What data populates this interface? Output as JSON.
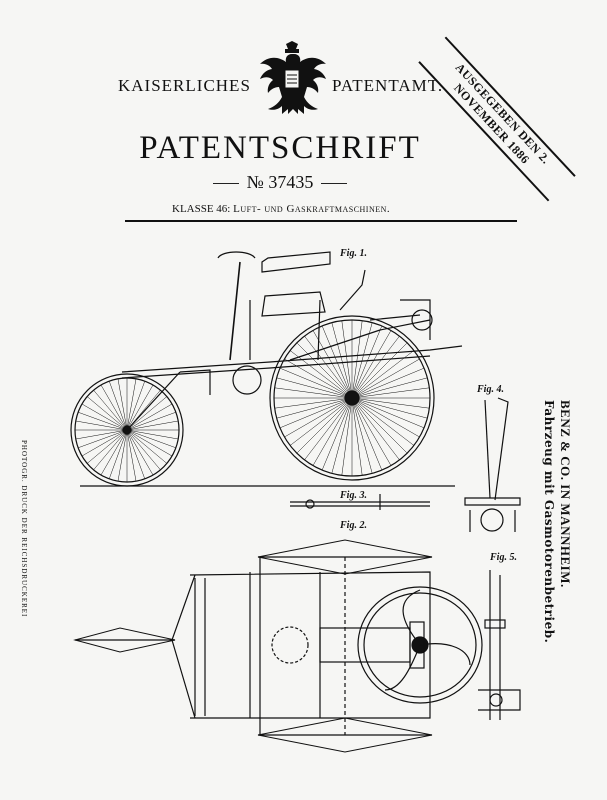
{
  "header": {
    "left_text": "KAISERLICHES",
    "right_text": "PATENTAMT.",
    "title": "PATENTSCHRIFT",
    "number": "№ 37435",
    "klasse_prefix": "KLASSE 46:",
    "klasse_text": "Luft- und Gaskraftmaschinen."
  },
  "stamp": {
    "text": "AUSGEGEBEN DEN 2. NOVEMBER 1886"
  },
  "side_texts": {
    "printer": "PHOTOGR. DRUCK DER REICHSDRUCKEREI",
    "applicant": "BENZ & CO. IN MANNHEIM.",
    "subject": "Fahrzeug mit Gasmotorenbetrieb."
  },
  "figures": {
    "fig1": "Fig. 1.",
    "fig2": "Fig. 2.",
    "fig3": "Fig. 3.",
    "fig4": "Fig. 4.",
    "fig5": "Fig. 5."
  },
  "icons": {
    "emblem": "imperial-eagle-icon"
  }
}
